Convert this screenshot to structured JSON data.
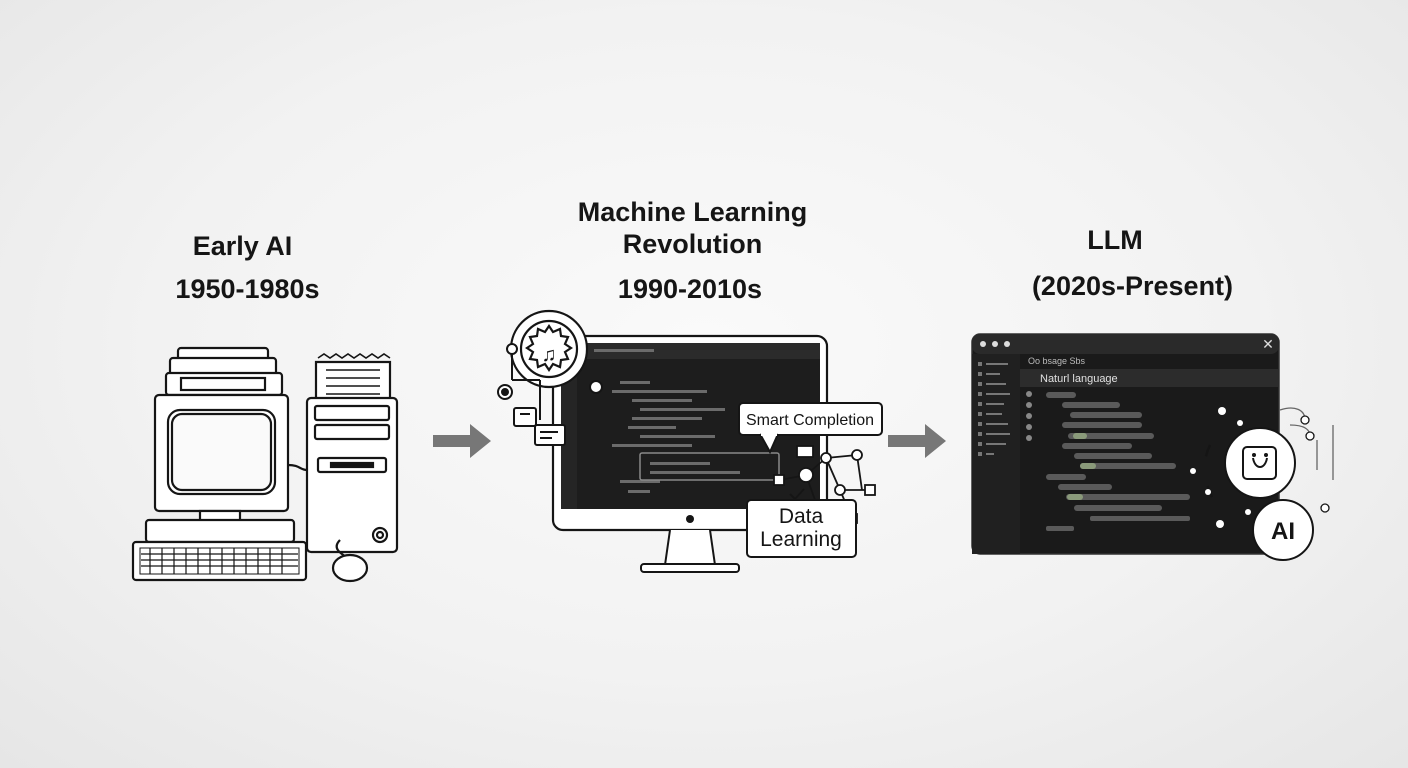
{
  "stages": [
    {
      "title": "Early AI",
      "period": "1950-1980s"
    },
    {
      "title_line1": "Machine Learning",
      "title_line2": "Revolution",
      "period": "1990-2010s",
      "callout_completion": "Smart Completion",
      "callout_data_line1": "Data",
      "callout_data_line2": "Learning"
    },
    {
      "title": "LLM",
      "period": "(2020s-Present)",
      "editor_tab": "Oo bsage Sbs",
      "editor_header": "Naturl language",
      "badge": "AI"
    }
  ],
  "colors": {
    "ink": "#151515",
    "screen": "#1c1c1c",
    "arrow": "#777777"
  },
  "icons": [
    "retro-computer-icon",
    "printer-icon",
    "desktop-monitor-icon",
    "gear-icon",
    "network-icon",
    "arrow-right-icon",
    "ai-chip-icon"
  ]
}
